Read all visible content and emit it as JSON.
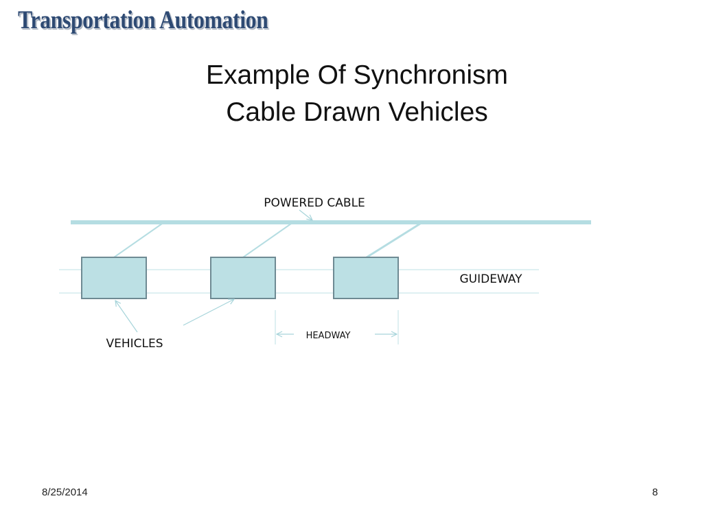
{
  "header": {
    "brand": "Transportation Automation"
  },
  "title": {
    "line1": "Example Of Synchronism",
    "line2": "Cable Drawn Vehicles"
  },
  "diagram": {
    "labels": {
      "powered_cable": "POWERED CABLE",
      "guideway": "GUIDEWAY",
      "vehicles": "VEHICLES",
      "headway": "HEADWAY"
    },
    "colors": {
      "cable": "#b5dde2",
      "vehicle_fill": "#bce0e4",
      "vehicle_stroke": "#6e8a93",
      "guide_line": "#c9e6ea",
      "leader_line": "#a6d4da"
    }
  },
  "footer": {
    "date": "8/25/2014",
    "page": "8"
  }
}
